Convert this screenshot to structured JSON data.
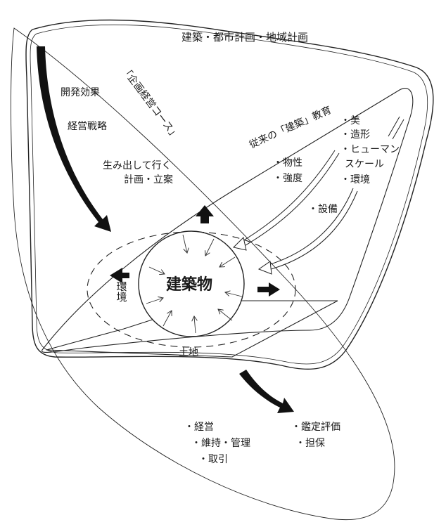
{
  "labels": {
    "top_title": "建築・都市計画・地域計画",
    "kikaku_course": "「企画経営コース」",
    "kaihatsu": "開発効果",
    "keiei_senryaku": "経営戦略",
    "umidashi_line1": "生み出して行く",
    "umidashi_line2": "計画・立案",
    "juurai": "従来の「建築」教育",
    "bussei": "・物性",
    "kyoudo": "・強度",
    "bi": "・美",
    "zoukei": "・造形",
    "human_line1": "・ヒューマン",
    "human_line2": "スケール",
    "kankyou_list": "・環境",
    "setsubi": "・設備",
    "center": "建築物",
    "kankyou_side": "環境",
    "tochi": "土地",
    "keiei": "・経営",
    "iji_kanri": "・維持・管理",
    "torihiki": "・取引",
    "kantei": "・鑑定評価",
    "tanpo": "・担保"
  }
}
